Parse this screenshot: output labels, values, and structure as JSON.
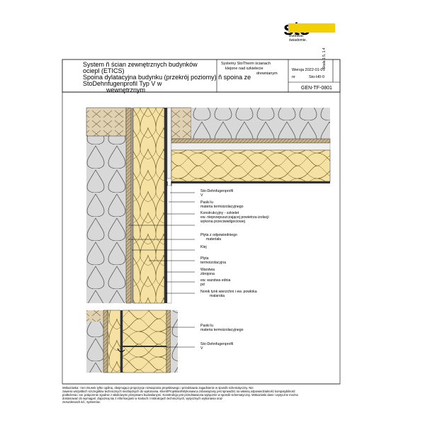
{
  "brand": {
    "logo": "sto",
    "tagline": [
      "Budować",
      "świadomie."
    ],
    "accent_color": "#f5d000"
  },
  "title_block": {
    "title_lines": [
      "System    ñ ścian zewnętrznych budynków",
      "ociepl   (ETICS)",
      "Spoina dylatacyjna budynku (przekrój poziomy) ñ spoina ze",
      "StoDehnfugenprofil Typ V w",
      "wewnętrznym"
    ],
    "system_lines": [
      "Systemy StoTherm  ścianach",
      "klejone nad szkielecie",
      "drewnianym"
    ],
    "version": "Wersja 2022-01-01",
    "number_label": "nr",
    "number_value": "Sto-H0-0",
    "code": "GEN-TF-0801",
    "vertical_text": "Skala 1:5, 1.4"
  },
  "labels": {
    "upper": [
      "Sto-Dehnfugenprofil",
      "V",
      "Paski     lu",
      "materia  termoizolacyjnego",
      "Konstrukcyjny - szkielet",
      "ew.          nieprzepuszczającej powietrza izolacji",
      "wykona  przeciwwilgociowej",
      "Płyta z odpowiedniego",
      "materiału",
      "Klej",
      "Płyta",
      "termoizolacyjna",
      "Warstwa",
      "zbrojona",
      "ew. warstwa  ednia",
      "pd",
      "Nonik  tynk wierzchni i ew. powłoka",
      "malarska"
    ],
    "lower": [
      "Paski     lu",
      "materia  termoizolacyjnego",
      "Sto-Dehnfugenprofil",
      "V"
    ]
  },
  "notes": [
    "Wskazówka:  I ten risunek tylko ogólna, obejmująca propozycje rozwiązania projektowego i przedstawia zagadnienie w sposób schematyczny. Nie",
    "zawiera wszystkich szczegółów technicznych niezbędnych do wykonania. Klient/Projektant/Wykonawca zobowiązany jest sprawdzić na własną odpowiedzialność kompatybilność",
    "podłożenia i ew. połączenie zgodnie z właściwymi przepisami budowlanymi. Konstrukcja jest przedstawiona wyłącznie w sposób schematyczny. Wskazówki dane i wytyczne można",
    "dostosować do wymagań. Zapoznaj się z informacjami w Kartach i Instrukcjach technicznych, wytycznych wykonania oraz",
    "zezwoleniach itd., systemów."
  ]
}
